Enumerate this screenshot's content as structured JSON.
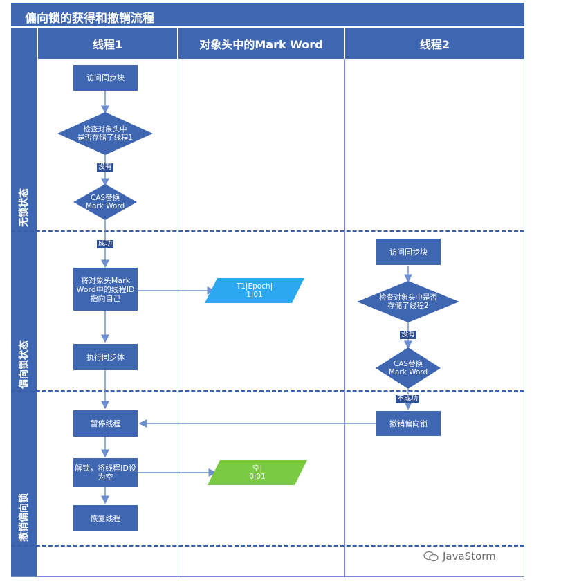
{
  "title": "偏向锁的获得和撤销流程",
  "lanes": {
    "thread1": "线程1",
    "markword": "对象头中的Mark Word",
    "thread2": "线程2"
  },
  "rows": {
    "lockfree": "无锁状态",
    "biased": "偏向锁状态",
    "revoke": "撤销偏向锁"
  },
  "nodes": {
    "t1_access": "访问同步块",
    "t1_check": [
      "检查对象头中",
      "是否存储了线程1"
    ],
    "t1_cas": [
      "CAS替换",
      "Mark Word"
    ],
    "t1_point": [
      "将对象头Mark",
      "Word中的线程ID",
      "指向自己"
    ],
    "t1_exec": "执行同步体",
    "t1_pause": "暂停线程",
    "t1_unlock": [
      "解锁，将线程ID设",
      "为空"
    ],
    "t1_resume": "恢复线程",
    "mw_biased": [
      "T1|Epoch|",
      "1|01"
    ],
    "mw_empty": [
      "空|",
      "0|01"
    ],
    "t2_access": "访问同步块",
    "t2_check": [
      "检查对象头中是否",
      "存储了线程2"
    ],
    "t2_cas": [
      "CAS替换",
      "Mark Word"
    ],
    "t2_revoke": "撤销偏向锁"
  },
  "edge_labels": {
    "t1_none": "没有",
    "t1_success": "成功",
    "t2_none": "没有",
    "t2_fail": "不成功"
  },
  "colors": {
    "primary": "#3f66b1",
    "edge": "#6d8fd0",
    "markword_biased": "#2ba8f0",
    "markword_empty": "#7ac943"
  },
  "watermark": "JavaStorm"
}
